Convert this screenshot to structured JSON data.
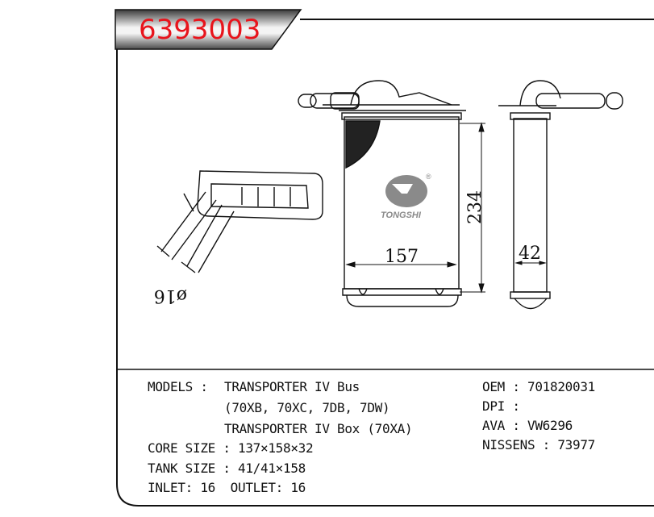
{
  "part_number": "6393003",
  "colors": {
    "part_number": "#e8141c",
    "logo": "#8a8a8a",
    "line": "#111111"
  },
  "drawing": {
    "dim_width": "157",
    "dim_height": "234",
    "dim_depth": "42",
    "pipe_diameter": "ø16",
    "logo_text": "TONGSHI",
    "logo_mark": "®"
  },
  "specs": {
    "models_label": "MODELS : ",
    "models": [
      "TRANSPORTER IV Bus",
      "(70XB, 70XC, 7DB, 7DW)",
      "TRANSPORTER IV Box (70XA)"
    ],
    "core_size": "CORE SIZE : 137×158×32",
    "tank_size": "TANK SIZE : 41/41×158",
    "inlet_outlet": "INLET: 16  OUTLET: 16",
    "oem": "OEM : 701820031",
    "dpi": "DPI :",
    "ava": "AVA : VW6296",
    "nissens": "NISSENS : 73977"
  }
}
